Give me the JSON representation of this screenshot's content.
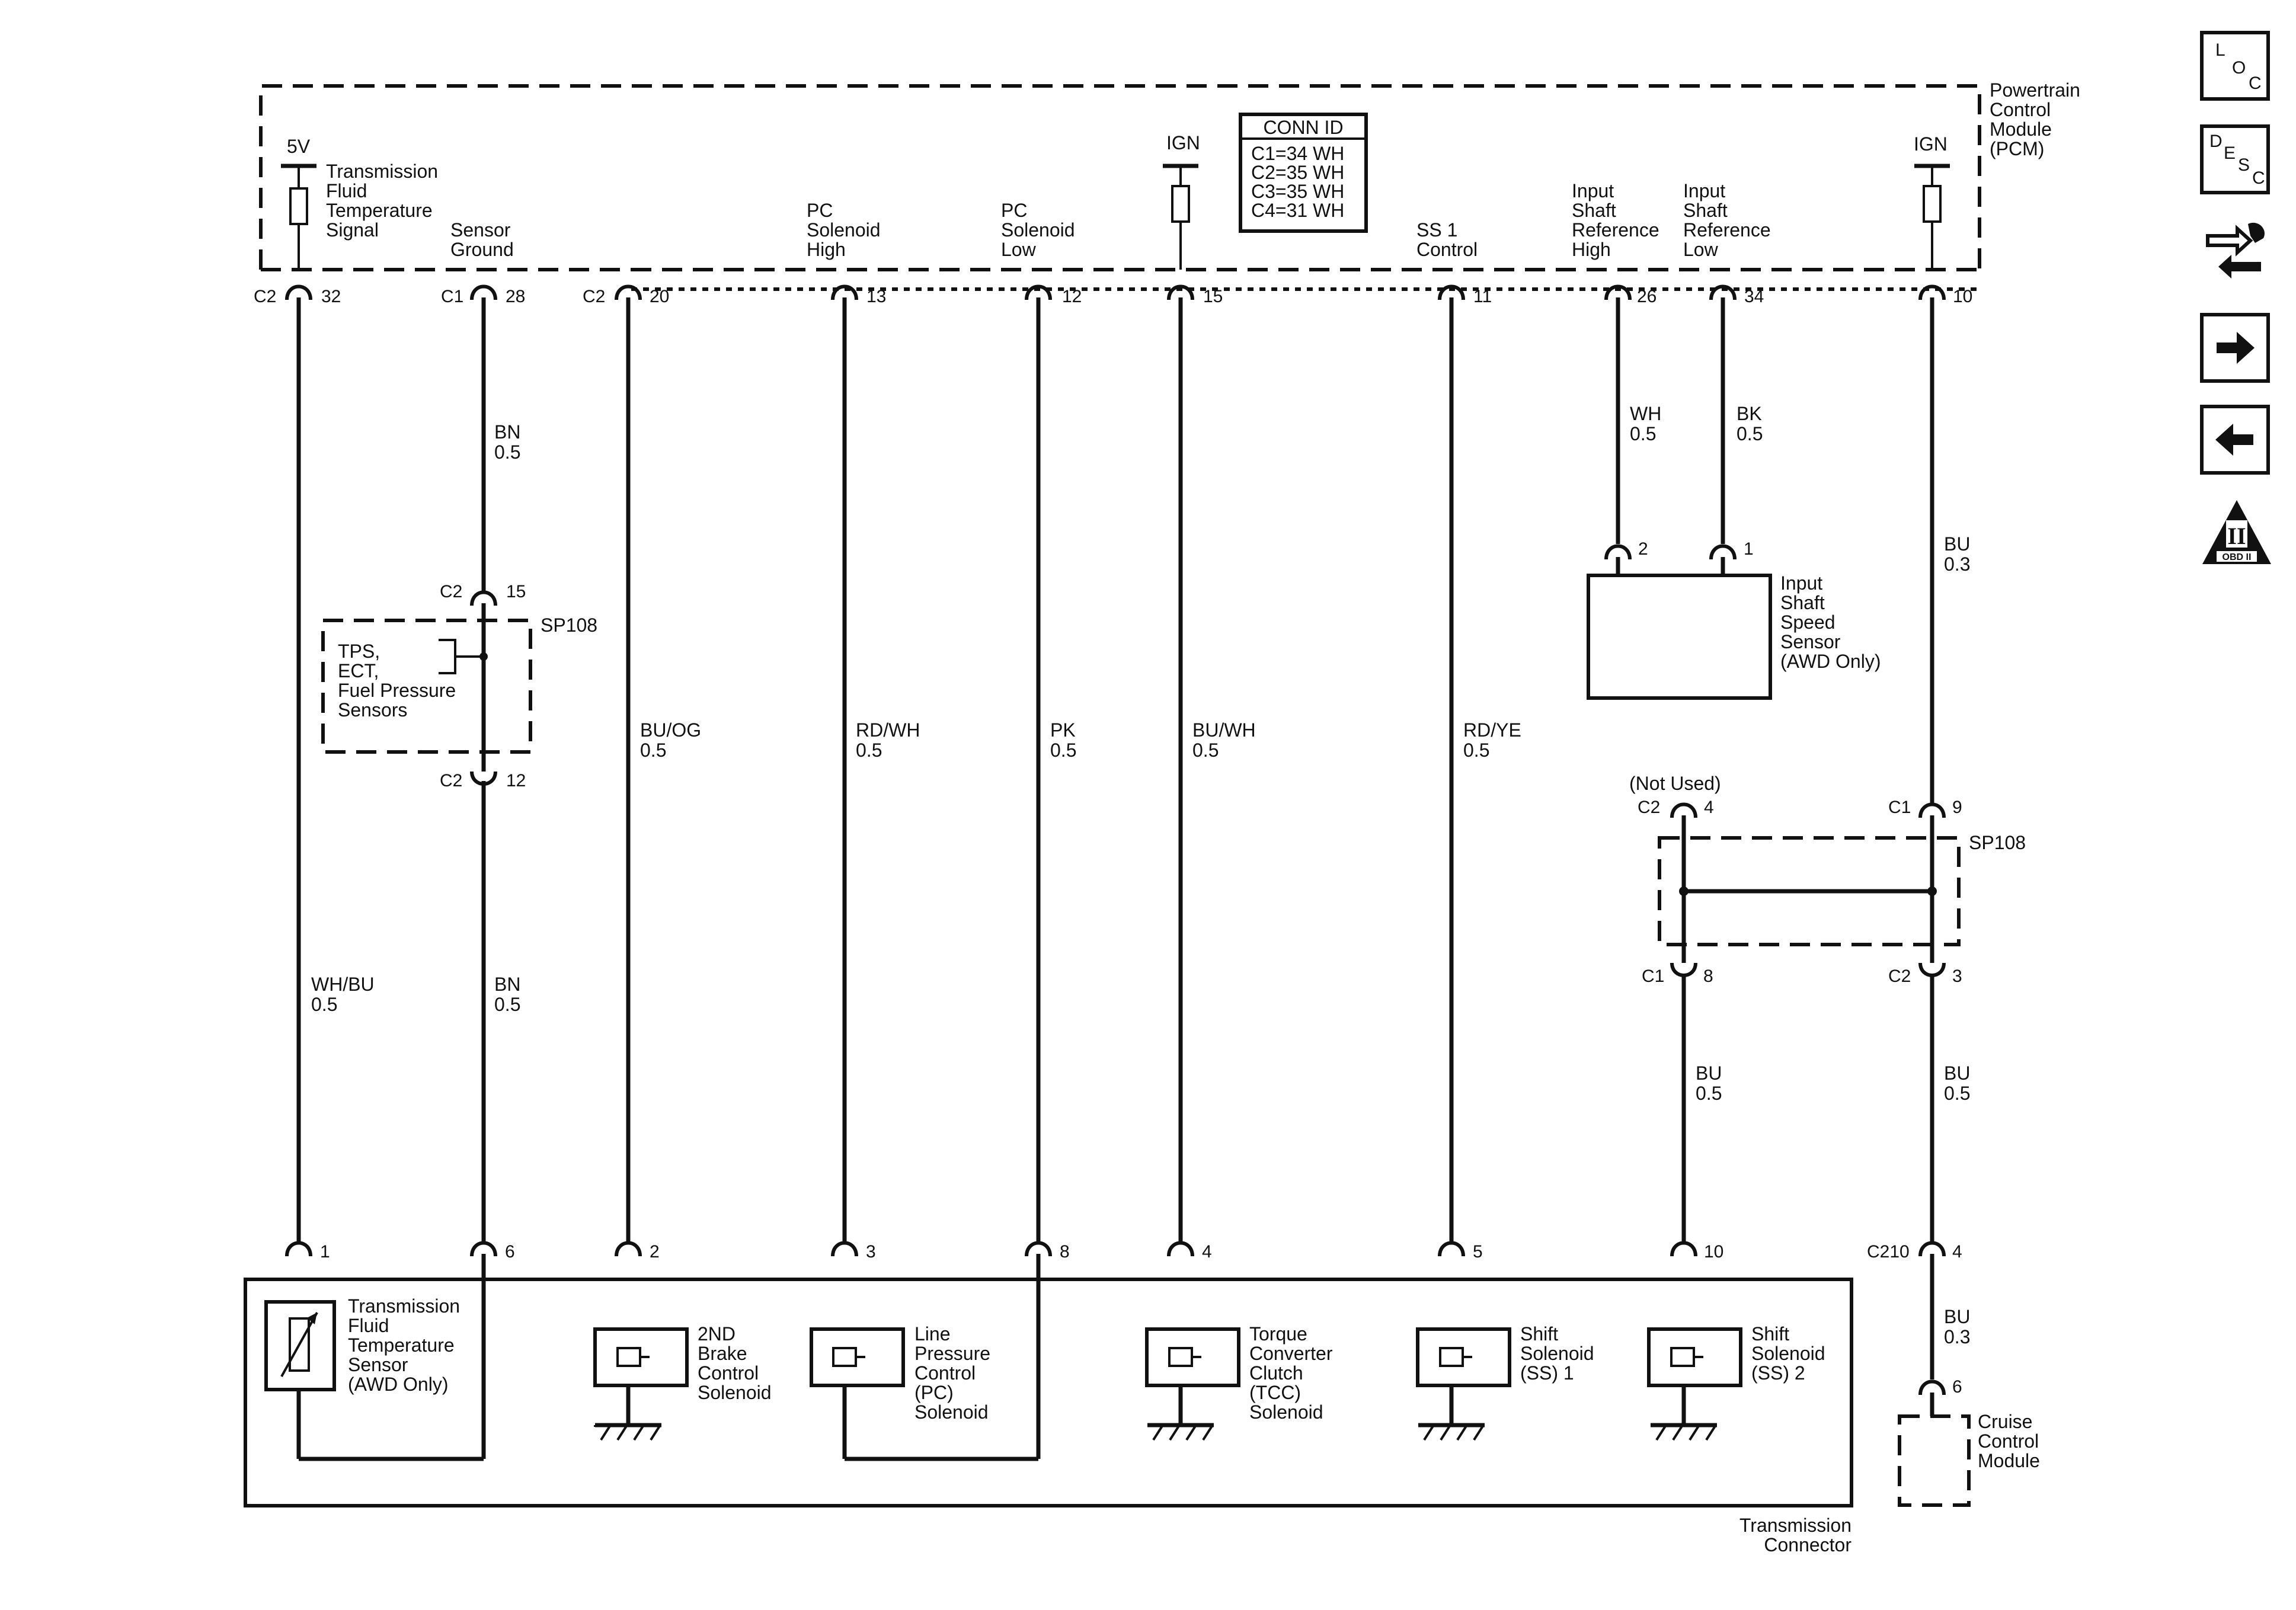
{
  "module": {
    "title": [
      "Powertrain",
      "Control",
      "Module",
      "(PCM)"
    ]
  },
  "conn_id": {
    "title": "CONN ID",
    "lines": [
      "C1=34 WH",
      "C2=35 WH",
      "C3=35 WH",
      "C4=31 WH"
    ]
  },
  "supply": {
    "v5": "5V",
    "ign1": "IGN",
    "ign2": "IGN"
  },
  "pcm_labels": {
    "tft": [
      "Transmission",
      "Fluid",
      "Temperature",
      "Signal"
    ],
    "sg": [
      "Sensor",
      "Ground"
    ],
    "pch": [
      "PC",
      "Solenoid",
      "High"
    ],
    "pcl": [
      "PC",
      "Solenoid",
      "Low"
    ],
    "ss1": [
      "SS 1",
      "Control"
    ],
    "isrh": [
      "Input",
      "Shaft",
      "Reference",
      "High"
    ],
    "isrl": [
      "Input",
      "Shaft",
      "Reference",
      "Low"
    ]
  },
  "pcm_pins": [
    {
      "conn": "C2",
      "pin": "32"
    },
    {
      "conn": "C1",
      "pin": "28"
    },
    {
      "conn": "C2",
      "pin": "20"
    },
    {
      "conn": "",
      "pin": "13"
    },
    {
      "conn": "",
      "pin": "12"
    },
    {
      "conn": "",
      "pin": "15"
    },
    {
      "conn": "",
      "pin": "11"
    },
    {
      "conn": "",
      "pin": "26"
    },
    {
      "conn": "",
      "pin": "34"
    },
    {
      "conn": "",
      "pin": "10"
    }
  ],
  "wires": {
    "bn1": [
      "BN",
      "0.5"
    ],
    "bn2": [
      "BN",
      "0.5"
    ],
    "whbu": [
      "WH/BU",
      "0.5"
    ],
    "buog": [
      "BU/OG",
      "0.5"
    ],
    "rdwh": [
      "RD/WH",
      "0.5"
    ],
    "pk": [
      "PK",
      "0.5"
    ],
    "buwh": [
      "BU/WH",
      "0.5"
    ],
    "rdye": [
      "RD/YE",
      "0.5"
    ],
    "wh": [
      "WH",
      "0.5"
    ],
    "bk": [
      "BK",
      "0.5"
    ],
    "bu03": [
      "BU",
      "0.3"
    ],
    "bu1": [
      "BU",
      "0.5"
    ],
    "bu2": [
      "BU",
      "0.5"
    ],
    "bu03b": [
      "BU",
      "0.3"
    ]
  },
  "splice1": {
    "name": "SP108",
    "top_conn": "C2",
    "top_pin": "15",
    "bot_conn": "C2",
    "bot_pin": "12",
    "sensors": [
      "TPS,",
      "ECT,",
      "Fuel Pressure",
      "Sensors"
    ]
  },
  "iss": {
    "pin_a": "2",
    "pin_b": "1",
    "label": [
      "Input",
      "Shaft",
      "Speed",
      "Sensor",
      "(AWD Only)"
    ]
  },
  "splice2": {
    "name": "SP108",
    "not_used": "(Not Used)",
    "tl_conn": "C2",
    "tl_pin": "4",
    "tr_conn": "C1",
    "tr_pin": "9",
    "bl_conn": "C1",
    "bl_pin": "8",
    "br_conn": "C2",
    "br_pin": "3"
  },
  "trans_pins": [
    "1",
    "6",
    "2",
    "3",
    "8",
    "4",
    "5",
    "10"
  ],
  "components": {
    "tfts": [
      "Transmission",
      "Fluid",
      "Temperature",
      "Sensor",
      "(AWD Only)"
    ],
    "brake": [
      "2ND",
      "Brake",
      "Control",
      "Solenoid"
    ],
    "lpc": [
      "Line",
      "Pressure",
      "Control",
      "(PC)",
      "Solenoid"
    ],
    "tcc": [
      "Torque",
      "Converter",
      "Clutch",
      "(TCC)",
      "Solenoid"
    ],
    "ss1": [
      "Shift",
      "Solenoid",
      "(SS) 1"
    ],
    "ss2": [
      "Shift",
      "Solenoid",
      "(SS) 2"
    ]
  },
  "trans_conn": [
    "Transmission",
    "Connector"
  ],
  "c210": {
    "conn": "C210",
    "pin": "4"
  },
  "cruise": {
    "pin": "6",
    "label": [
      "Cruise",
      "Control",
      "Module"
    ]
  },
  "sidebar": {
    "loc": [
      "L",
      "O",
      "C"
    ],
    "desc": [
      "D",
      "E",
      "S",
      "C"
    ],
    "obd": "OBD II",
    "obd_roman": "II"
  }
}
